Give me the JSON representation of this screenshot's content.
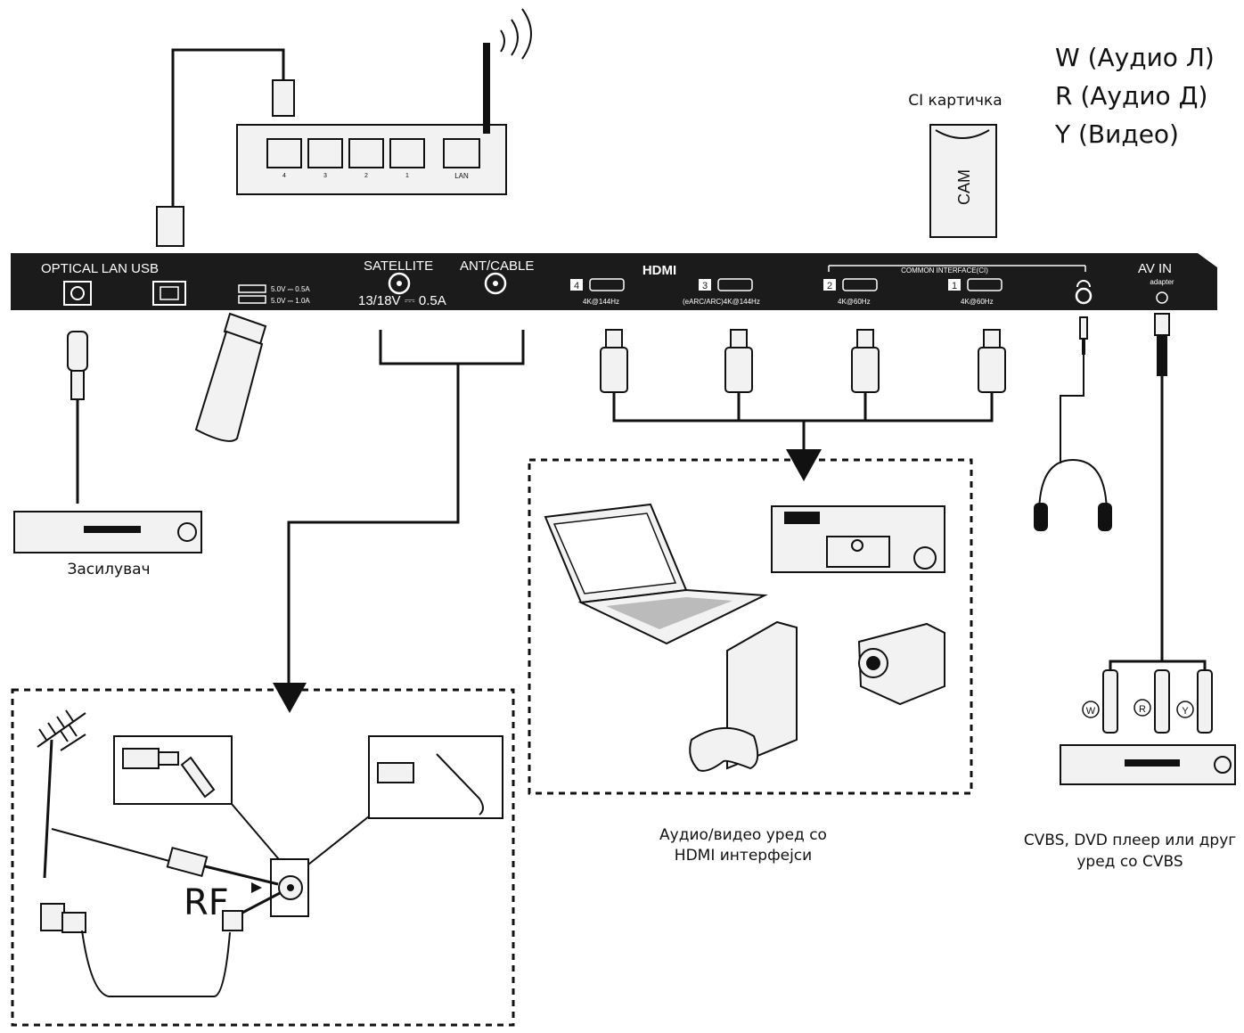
{
  "panel": {
    "optical_lan_usb": "OPTICAL LAN USB",
    "usb_spec_1": "5.0V ⎓ 0.5A",
    "usb_spec_2": "5.0V ⎓ 1.0A",
    "satellite": "SATELLITE",
    "satellite_spec": "13/18V ⎓ 0.5A",
    "ant_cable": "ANT/CABLE",
    "hdmi_logo": "HDMI",
    "hdmi_ports": [
      {
        "num": "4",
        "spec": "4K@144Hz"
      },
      {
        "num": "3",
        "spec": "(eARC/ARC)4K@144Hz"
      },
      {
        "num": "2",
        "spec": "4K@60Hz"
      },
      {
        "num": "1",
        "spec": "4K@60Hz"
      }
    ],
    "common_interface": "COMMON INTERFACE(CI)",
    "av_in": "AV IN",
    "adapter": "adapter"
  },
  "router": {
    "port_labels": [
      "4",
      "3",
      "2",
      "1"
    ],
    "lan_label": "LAN"
  },
  "ci_card": {
    "label": "CI картичка",
    "cam": "CAM"
  },
  "legend": {
    "w": "W (Аудио Л)",
    "r": "R (Аудио Д)",
    "y": "Y (Видео)"
  },
  "amplifier_label": "Засилувач",
  "hdmi_caption": [
    "Аудио/видео уред со",
    "HDMI интерфејси"
  ],
  "cvbs_caption": [
    "CVBS, DVD плеер или друг",
    "уред со CVBS"
  ],
  "rca": {
    "w": "W",
    "r": "R",
    "y": "Y"
  },
  "rf_label": "RF"
}
